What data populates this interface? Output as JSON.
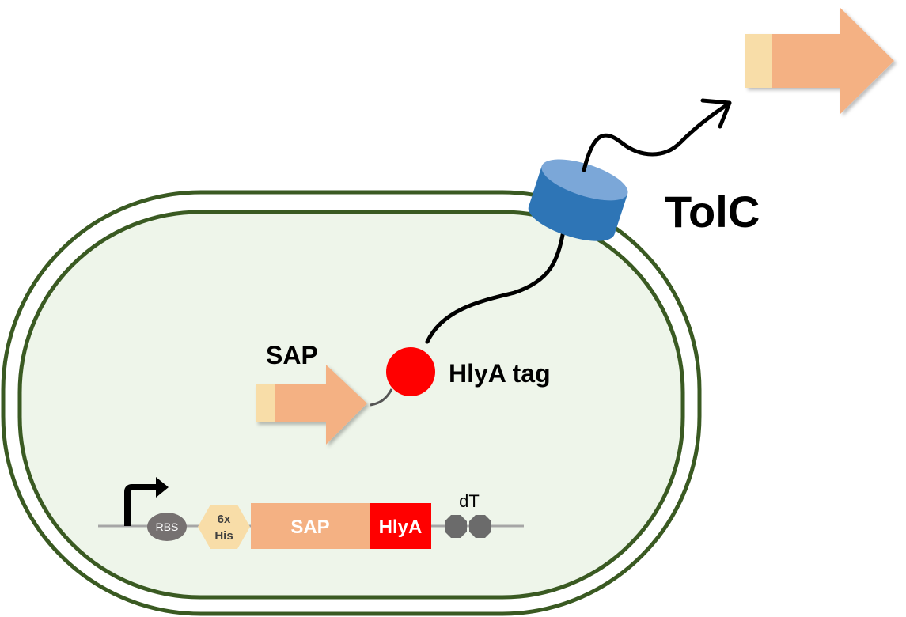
{
  "labels": {
    "tolc": "TolC",
    "sap_protein": "SAP",
    "hlya_tag": "HlyA tag"
  },
  "construct": {
    "rbs": "RBS",
    "tag_line1": "6x",
    "tag_line2": "His",
    "sap": "SAP",
    "hlya": "HlyA",
    "terminator": "dT"
  },
  "colors": {
    "cell_outline": "#3a5a22",
    "cytoplasm": "#eef5ea",
    "protein_body": "#f4b183",
    "his_tag": "#f8dda8",
    "hlya_tag": "#ff0000",
    "tolc_side": "#2e75b6",
    "tolc_top": "#7ba7d8",
    "rbs": "#767171",
    "terminator": "#6b6b6b"
  }
}
